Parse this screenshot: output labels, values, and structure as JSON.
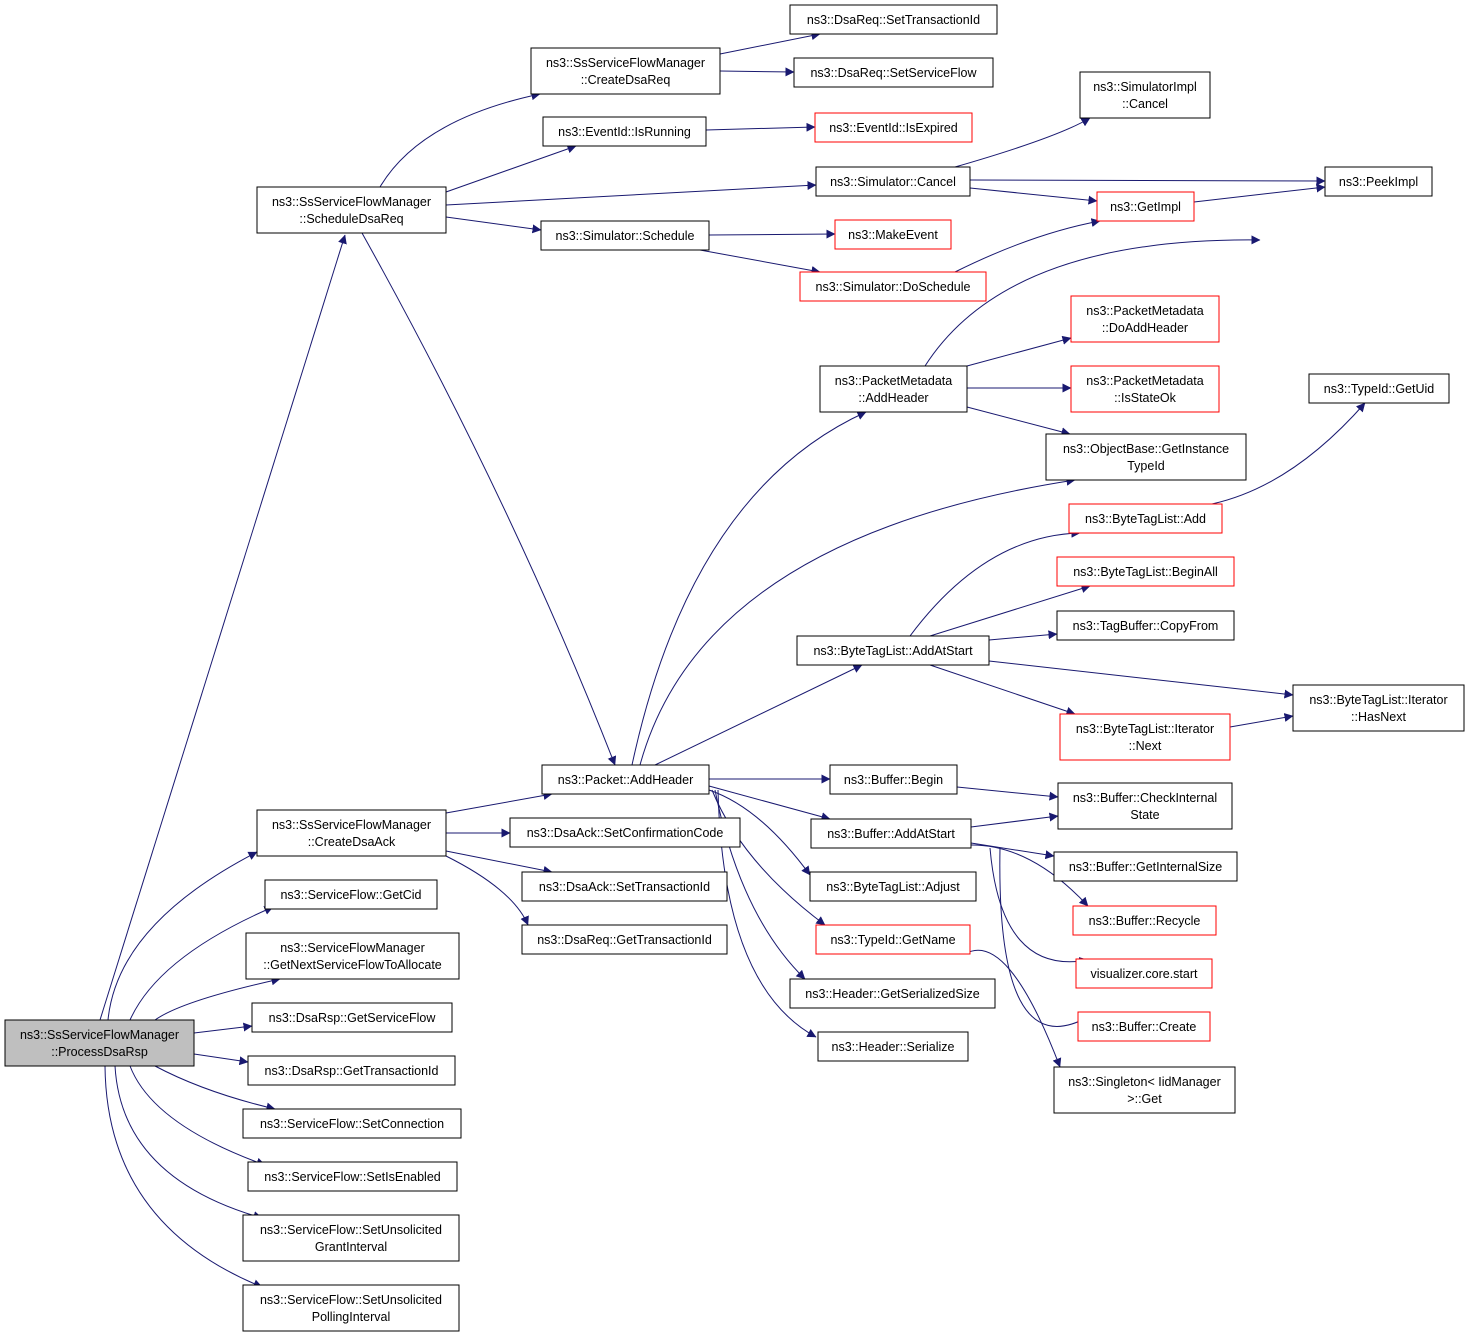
{
  "colors": {
    "edge": "#191970",
    "box_border": "#000000",
    "incomplete_border": "#ff0000",
    "root_fill": "#bfbfbf"
  },
  "nodes": {
    "processdsarsp": {
      "lines": [
        "ns3::SsServiceFlowManager",
        "::ProcessDsaRsp"
      ],
      "style": "root"
    },
    "scheduledsareq": {
      "lines": [
        "ns3::SsServiceFlowManager",
        "::ScheduleDsaReq"
      ],
      "style": "normal"
    },
    "createdsareq": {
      "lines": [
        "ns3::SsServiceFlowManager",
        "::CreateDsaReq"
      ],
      "style": "normal"
    },
    "settransactionid_req": {
      "lines": [
        "ns3::DsaReq::SetTransactionId"
      ],
      "style": "normal"
    },
    "setserviceflow_req": {
      "lines": [
        "ns3::DsaReq::SetServiceFlow"
      ],
      "style": "normal"
    },
    "isrunning": {
      "lines": [
        "ns3::EventId::IsRunning"
      ],
      "style": "normal"
    },
    "isexpired": {
      "lines": [
        "ns3::EventId::IsExpired"
      ],
      "style": "red"
    },
    "simimplcancel": {
      "lines": [
        "ns3::SimulatorImpl",
        "::Cancel"
      ],
      "style": "normal"
    },
    "simcancel": {
      "lines": [
        "ns3::Simulator::Cancel"
      ],
      "style": "normal"
    },
    "peekimpl": {
      "lines": [
        "ns3::PeekImpl"
      ],
      "style": "normal"
    },
    "getimpl": {
      "lines": [
        "ns3::GetImpl"
      ],
      "style": "red"
    },
    "simschedule": {
      "lines": [
        "ns3::Simulator::Schedule"
      ],
      "style": "normal"
    },
    "makeevent": {
      "lines": [
        "ns3::MakeEvent"
      ],
      "style": "red"
    },
    "doschedule": {
      "lines": [
        "ns3::Simulator::DoSchedule"
      ],
      "style": "red"
    },
    "pm_doaddheader": {
      "lines": [
        "ns3::PacketMetadata",
        "::DoAddHeader"
      ],
      "style": "red"
    },
    "pm_addheader": {
      "lines": [
        "ns3::PacketMetadata",
        "::AddHeader"
      ],
      "style": "normal"
    },
    "pm_isstateok": {
      "lines": [
        "ns3::PacketMetadata",
        "::IsStateOk"
      ],
      "style": "red"
    },
    "typeid_getuid": {
      "lines": [
        "ns3::TypeId::GetUid"
      ],
      "style": "normal"
    },
    "getinstancetypeid": {
      "lines": [
        "ns3::ObjectBase::GetInstance",
        "TypeId"
      ],
      "style": "normal"
    },
    "btl_add": {
      "lines": [
        "ns3::ByteTagList::Add"
      ],
      "style": "red"
    },
    "btl_beginall": {
      "lines": [
        "ns3::ByteTagList::BeginAll"
      ],
      "style": "red"
    },
    "tagbuffer_copyfrom": {
      "lines": [
        "ns3::TagBuffer::CopyFrom"
      ],
      "style": "normal"
    },
    "btl_addatstart": {
      "lines": [
        "ns3::ByteTagList::AddAtStart"
      ],
      "style": "normal"
    },
    "btl_it_hasnext": {
      "lines": [
        "ns3::ByteTagList::Iterator",
        "::HasNext"
      ],
      "style": "normal"
    },
    "btl_it_next": {
      "lines": [
        "ns3::ByteTagList::Iterator",
        "::Next"
      ],
      "style": "red"
    },
    "packet_addheader": {
      "lines": [
        "ns3::Packet::AddHeader"
      ],
      "style": "normal"
    },
    "buffer_begin": {
      "lines": [
        "ns3::Buffer::Begin"
      ],
      "style": "normal"
    },
    "buffer_checkinternal": {
      "lines": [
        "ns3::Buffer::CheckInternal",
        "State"
      ],
      "style": "normal"
    },
    "createdsaack": {
      "lines": [
        "ns3::SsServiceFlowManager",
        "::CreateDsaAck"
      ],
      "style": "normal"
    },
    "setconfirmationcode": {
      "lines": [
        "ns3::DsaAck::SetConfirmationCode"
      ],
      "style": "normal"
    },
    "buffer_addatstart": {
      "lines": [
        "ns3::Buffer::AddAtStart"
      ],
      "style": "normal"
    },
    "buffer_getinternalsize": {
      "lines": [
        "ns3::Buffer::GetInternalSize"
      ],
      "style": "normal"
    },
    "settransactionid_ack": {
      "lines": [
        "ns3::DsaAck::SetTransactionId"
      ],
      "style": "normal"
    },
    "btl_adjust": {
      "lines": [
        "ns3::ByteTagList::Adjust"
      ],
      "style": "normal"
    },
    "getcid": {
      "lines": [
        "ns3::ServiceFlow::GetCid"
      ],
      "style": "normal"
    },
    "buffer_recycle": {
      "lines": [
        "ns3::Buffer::Recycle"
      ],
      "style": "red"
    },
    "gettransactionid_req": {
      "lines": [
        "ns3::DsaReq::GetTransactionId"
      ],
      "style": "normal"
    },
    "typeid_getname": {
      "lines": [
        "ns3::TypeId::GetName"
      ],
      "style": "red"
    },
    "getnextserviceflow": {
      "lines": [
        "ns3::ServiceFlowManager",
        "::GetNextServiceFlowToAllocate"
      ],
      "style": "normal"
    },
    "visualizer_start": {
      "lines": [
        "visualizer.core.start"
      ],
      "style": "red"
    },
    "header_getserializedsize": {
      "lines": [
        "ns3::Header::GetSerializedSize"
      ],
      "style": "normal"
    },
    "getserviceflow_rsp": {
      "lines": [
        "ns3::DsaRsp::GetServiceFlow"
      ],
      "style": "normal"
    },
    "buffer_create": {
      "lines": [
        "ns3::Buffer::Create"
      ],
      "style": "red"
    },
    "header_serialize": {
      "lines": [
        "ns3::Header::Serialize"
      ],
      "style": "normal"
    },
    "gettransactionid_rsp": {
      "lines": [
        "ns3::DsaRsp::GetTransactionId"
      ],
      "style": "normal"
    },
    "singleton_get": {
      "lines": [
        "ns3::Singleton< IidManager",
        ">::Get"
      ],
      "style": "normal"
    },
    "setconnection": {
      "lines": [
        "ns3::ServiceFlow::SetConnection"
      ],
      "style": "normal"
    },
    "setisenabled": {
      "lines": [
        "ns3::ServiceFlow::SetIsEnabled"
      ],
      "style": "normal"
    },
    "setunsolicitedgrant": {
      "lines": [
        "ns3::ServiceFlow::SetUnsolicited",
        "GrantInterval"
      ],
      "style": "normal"
    },
    "setunsolicitedpolling": {
      "lines": [
        "ns3::ServiceFlow::SetUnsolicited",
        "PollingInterval"
      ],
      "style": "normal"
    }
  },
  "edges": [
    [
      "processdsarsp",
      "scheduledsareq"
    ],
    [
      "processdsarsp",
      "createdsaack"
    ],
    [
      "processdsarsp",
      "getcid"
    ],
    [
      "processdsarsp",
      "getnextserviceflow"
    ],
    [
      "processdsarsp",
      "getserviceflow_rsp"
    ],
    [
      "processdsarsp",
      "gettransactionid_rsp"
    ],
    [
      "processdsarsp",
      "setconnection"
    ],
    [
      "processdsarsp",
      "setisenabled"
    ],
    [
      "processdsarsp",
      "setunsolicitedgrant"
    ],
    [
      "processdsarsp",
      "setunsolicitedpolling"
    ],
    [
      "scheduledsareq",
      "createdsareq"
    ],
    [
      "scheduledsareq",
      "isrunning"
    ],
    [
      "scheduledsareq",
      "simcancel"
    ],
    [
      "scheduledsareq",
      "simschedule"
    ],
    [
      "scheduledsareq",
      "packet_addheader"
    ],
    [
      "createdsareq",
      "settransactionid_req"
    ],
    [
      "createdsareq",
      "setserviceflow_req"
    ],
    [
      "isrunning",
      "isexpired"
    ],
    [
      "simcancel",
      "simimplcancel"
    ],
    [
      "simcancel",
      "peekimpl"
    ],
    [
      "simcancel",
      "getimpl"
    ],
    [
      "getimpl",
      "peekimpl"
    ],
    [
      "simschedule",
      "makeevent"
    ],
    [
      "simschedule",
      "doschedule"
    ],
    [
      "doschedule",
      "getimpl"
    ],
    [
      "pm_addheader",
      "pm_doaddheader"
    ],
    [
      "pm_addheader",
      "pm_isstateok"
    ],
    [
      "pm_addheader",
      "typeid_getuid"
    ],
    [
      "pm_addheader",
      "getinstancetypeid"
    ],
    [
      "btl_add",
      "typeid_getuid"
    ],
    [
      "btl_addatstart",
      "btl_add"
    ],
    [
      "btl_addatstart",
      "btl_beginall"
    ],
    [
      "btl_addatstart",
      "tagbuffer_copyfrom"
    ],
    [
      "btl_addatstart",
      "btl_it_hasnext"
    ],
    [
      "btl_addatstart",
      "btl_it_next"
    ],
    [
      "btl_it_next",
      "btl_it_hasnext"
    ],
    [
      "packet_addheader",
      "pm_addheader"
    ],
    [
      "packet_addheader",
      "getinstancetypeid"
    ],
    [
      "packet_addheader",
      "btl_addatstart"
    ],
    [
      "packet_addheader",
      "buffer_begin"
    ],
    [
      "packet_addheader",
      "buffer_addatstart"
    ],
    [
      "packet_addheader",
      "btl_adjust"
    ],
    [
      "packet_addheader",
      "typeid_getname"
    ],
    [
      "packet_addheader",
      "header_getserializedsize"
    ],
    [
      "packet_addheader",
      "header_serialize"
    ],
    [
      "buffer_begin",
      "buffer_checkinternal"
    ],
    [
      "buffer_addatstart",
      "buffer_checkinternal"
    ],
    [
      "buffer_addatstart",
      "buffer_getinternalsize"
    ],
    [
      "buffer_addatstart",
      "buffer_recycle"
    ],
    [
      "buffer_addatstart",
      "visualizer_start"
    ],
    [
      "buffer_addatstart",
      "buffer_create"
    ],
    [
      "typeid_getname",
      "singleton_get"
    ],
    [
      "createdsaack",
      "packet_addheader"
    ],
    [
      "createdsaack",
      "setconfirmationcode"
    ],
    [
      "createdsaack",
      "settransactionid_ack"
    ],
    [
      "createdsaack",
      "gettransactionid_req"
    ]
  ]
}
